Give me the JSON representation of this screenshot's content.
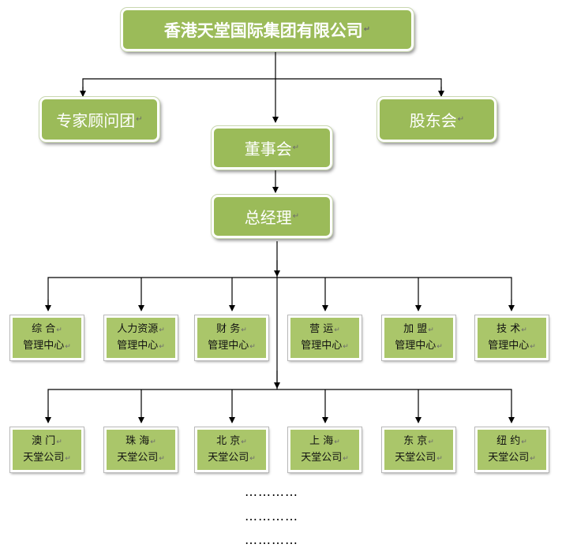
{
  "top": {
    "label": "香港天堂国际集团有限公司"
  },
  "advisors": {
    "label": "专家顾问团"
  },
  "shareholders": {
    "label": "股东会"
  },
  "board": {
    "label": "董事会"
  },
  "gm": {
    "label": "总经理"
  },
  "paragraph_mark": "↵",
  "centers": [
    {
      "line1": "综 合",
      "line2": "管理中心"
    },
    {
      "line1": "人力资源",
      "line2": "管理中心"
    },
    {
      "line1": "财 务",
      "line2": "管理中心"
    },
    {
      "line1": "营 运",
      "line2": "管理中心"
    },
    {
      "line1": "加 盟",
      "line2": "管理中心"
    },
    {
      "line1": "技 术",
      "line2": "管理中心"
    }
  ],
  "branches": [
    {
      "line1": "澳 门",
      "line2": "天堂公司"
    },
    {
      "line1": "珠 海",
      "line2": "天堂公司"
    },
    {
      "line1": "北 京",
      "line2": "天堂公司"
    },
    {
      "line1": "上 海",
      "line2": "天堂公司"
    },
    {
      "line1": "东 京",
      "line2": "天堂公司"
    },
    {
      "line1": "纽 约",
      "line2": "天堂公司"
    }
  ],
  "ellipsis": [
    "…………",
    "…………",
    "…………"
  ],
  "colors": {
    "box_fill": "#9bbb59",
    "small_fill": "#aac66a",
    "line": "#000000"
  }
}
